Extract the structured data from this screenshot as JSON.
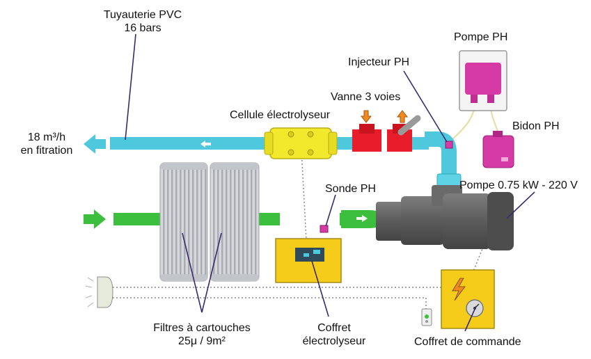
{
  "labels": {
    "pvc_pipe": [
      "Tuyauterie PVC",
      "16 bars"
    ],
    "flow": [
      "18 m³/h",
      "en fitration"
    ],
    "cell": "Cellule électrolyseur",
    "valve": "Vanne 3 voies",
    "injector": "Injecteur PH",
    "ph_pump": "Pompe PH",
    "ph_can": "Bidon PH",
    "ph_probe": "Sonde PH",
    "main_pump": "Pompe 0.75 kW - 220 V",
    "filters": [
      "Filtres à cartouches",
      "25μ / 9m²"
    ],
    "electrolyser_box": [
      "Coffret",
      "électrolyseur"
    ],
    "control_box": "Coffret de commande"
  },
  "colors": {
    "return_pipe": "#4dc8dc",
    "suction_pipe": "#3cbf3c",
    "cell": "#f2e82c",
    "valve": "#e81c2a",
    "ph_device": "#d63aa5",
    "box": "#f5cc1a",
    "pump": "#616161",
    "arrow_orange": "#f08a1e",
    "leader_line": "#3a2a6e"
  },
  "icons": [
    "lightning-icon",
    "gauge-icon",
    "arrow-left-icon",
    "arrow-right-icon",
    "arrow-down-icon",
    "arrow-up-icon"
  ]
}
